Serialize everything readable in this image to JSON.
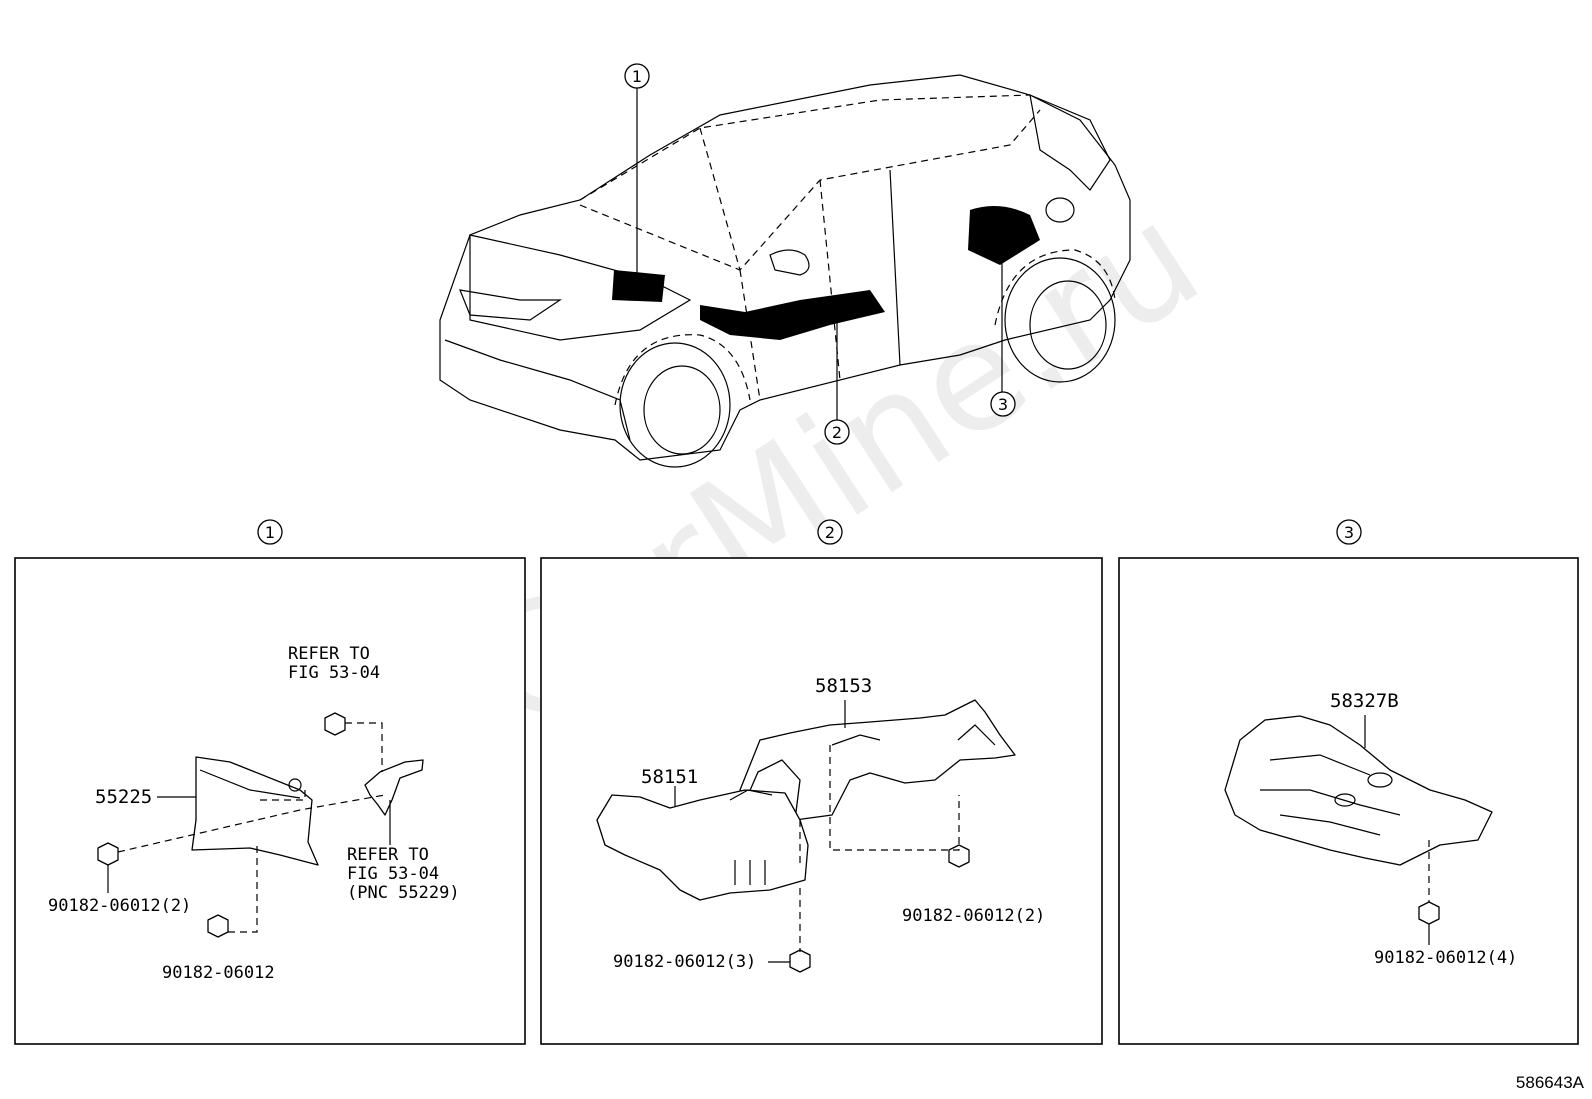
{
  "watermark": "ToyotaCarMine.ru",
  "overview_callouts": [
    "1",
    "2",
    "3"
  ],
  "panels": [
    {
      "id": "1",
      "parts": {
        "main": "55225",
        "ref_top_line1": "REFER TO",
        "ref_top_line2": "FIG 53-04",
        "ref_side_line1": "REFER TO",
        "ref_side_line2": "FIG 53-04",
        "ref_side_line3": "(PNC 55229)",
        "clip_a": "90182-06012(2)",
        "clip_b": "90182-06012"
      }
    },
    {
      "id": "2",
      "parts": {
        "upper": "58153",
        "lower": "58151",
        "clip_a": "90182-06012(2)",
        "clip_b": "90182-06012(3)"
      }
    },
    {
      "id": "3",
      "parts": {
        "main": "58327B",
        "clip_a": "90182-06012(4)"
      }
    }
  ],
  "figure_code": "586643A"
}
